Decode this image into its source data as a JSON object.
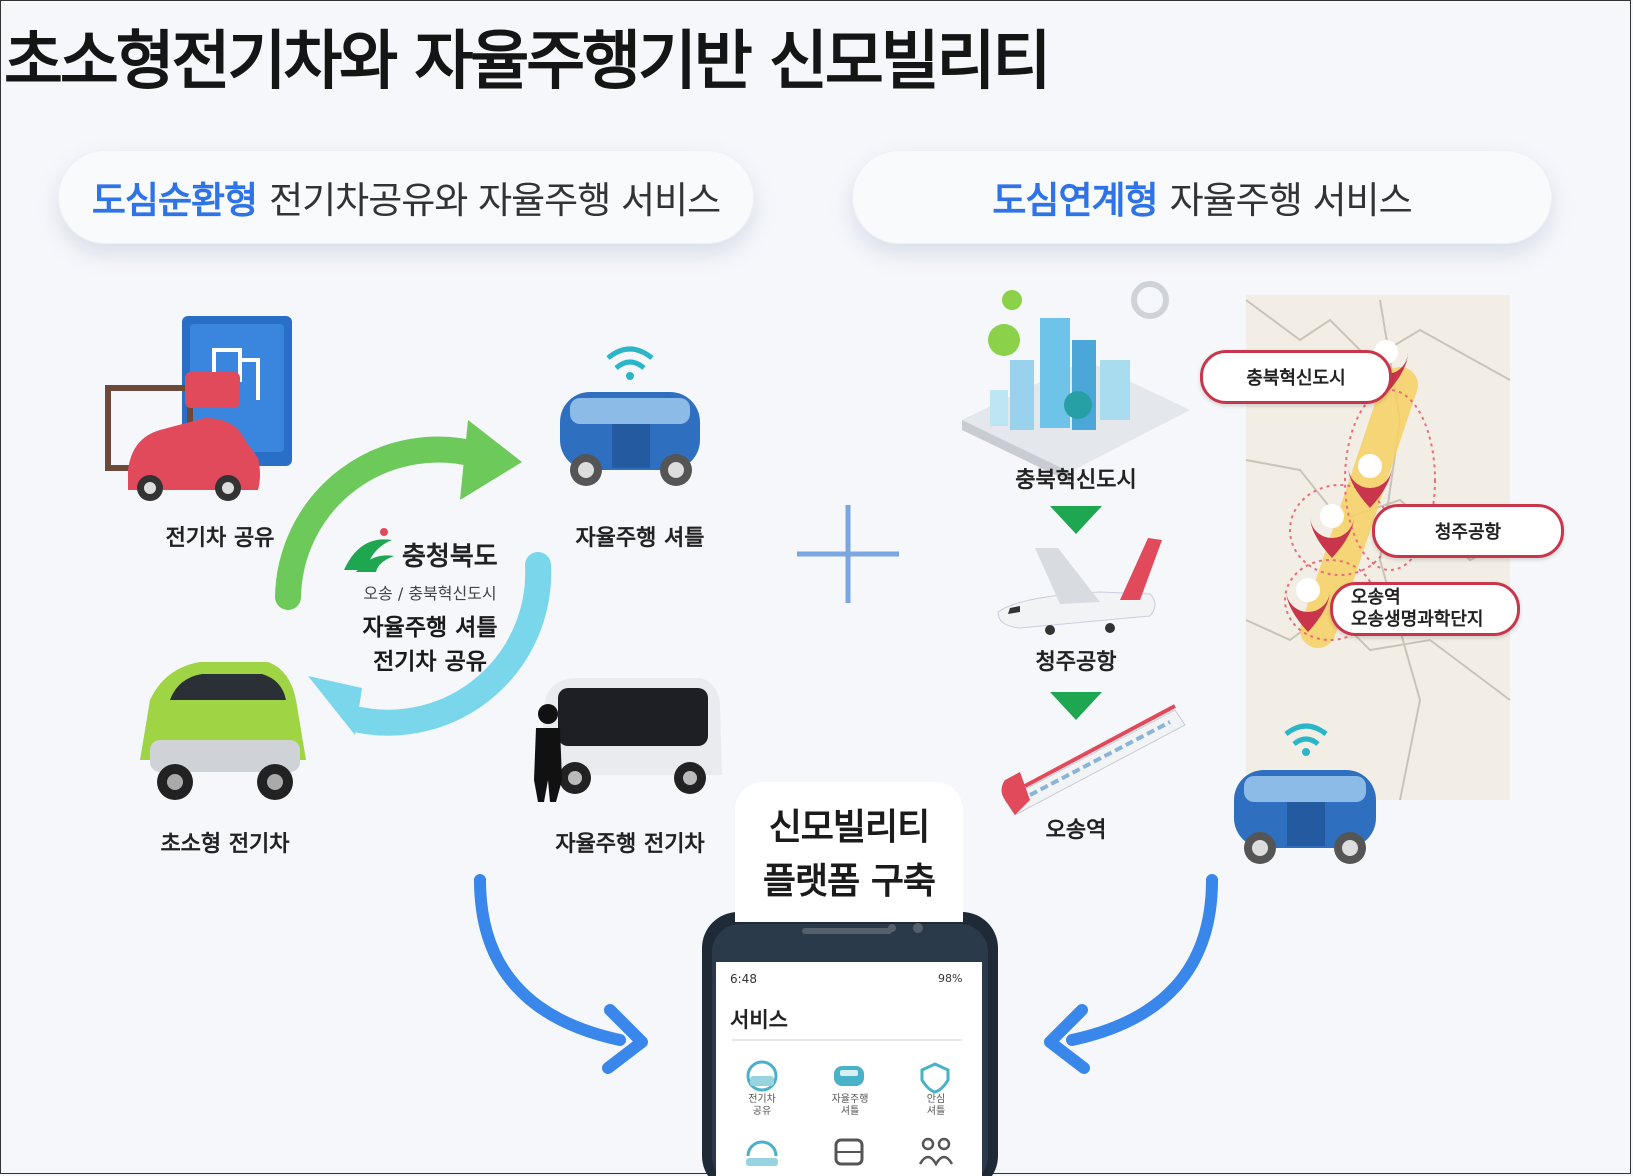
{
  "title": "초소형전기차와 자율주행기반 신모빌리티",
  "left_panel": {
    "highlight": "도심순환형",
    "rest": "전기차공유와 자율주행 서비스",
    "items": {
      "ev_sharing": "전기차 공유",
      "shuttle": "자율주행 셔틀",
      "micro_ev": "초소형 전기차",
      "autonomous_ev": "자율주행 전기차"
    },
    "center": {
      "org": "충청북도",
      "location": "오송 / 충북혁신도시",
      "line1": "자율주행 셔틀",
      "line2": "전기차 공유"
    }
  },
  "right_panel": {
    "highlight": "도심연계형",
    "rest": "자율주행 서비스",
    "flow": [
      "충북혁신도시",
      "청주공항",
      "오송역"
    ],
    "map_labels": {
      "a": "충북혁신도시",
      "b": "청주공항",
      "c1": "오송역",
      "c2": "오송생명과학단지"
    }
  },
  "platform": {
    "line1": "신모빌리티",
    "line2": "플랫폼 구축"
  },
  "phone": {
    "time": "6:48",
    "status": "98%",
    "header": "서비스",
    "apps": [
      {
        "l1": "전기차",
        "l2": "공유"
      },
      {
        "l1": "자율주행",
        "l2": "셔틀"
      },
      {
        "l1": "안심",
        "l2": "셔틀"
      }
    ]
  },
  "colors": {
    "accent_blue": "#2f74e6",
    "arrow_green": "#6cc95a",
    "arrow_cyan": "#7ad6ea",
    "route_red": "#c9364b",
    "triangle_green": "#1fa651"
  }
}
